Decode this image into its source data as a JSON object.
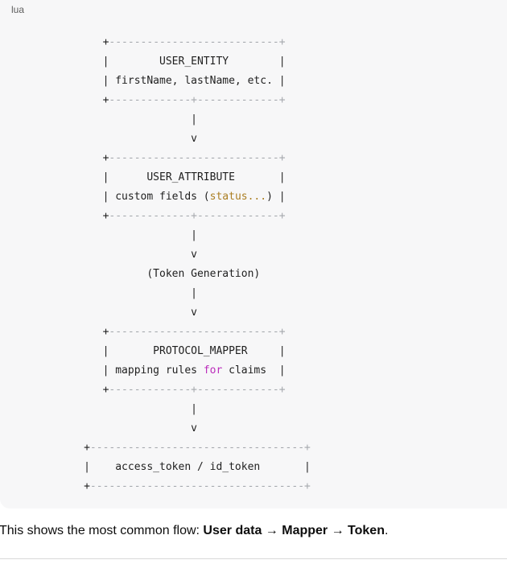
{
  "code": {
    "language": "lua",
    "background": "#f7f7f8",
    "label_color": "#5d5d5d",
    "colors": {
      "plain": "#1f1f1f",
      "comment": "#a5a8ad",
      "gold": "#ab7e22",
      "keyword": "#bb2cbb"
    },
    "lines": [
      [
        {
          "t": "              +",
          "c": "plain"
        },
        {
          "t": "---------------------------+",
          "c": "comment"
        }
      ],
      [
        {
          "t": "              |        USER_ENTITY        |",
          "c": "plain"
        }
      ],
      [
        {
          "t": "              | firstName, lastName, etc. |",
          "c": "plain"
        }
      ],
      [
        {
          "t": "              +",
          "c": "plain"
        },
        {
          "t": "-------------+-------------+",
          "c": "comment"
        }
      ],
      [
        {
          "t": "                            |",
          "c": "plain"
        }
      ],
      [
        {
          "t": "                            v",
          "c": "plain"
        }
      ],
      [
        {
          "t": "              +",
          "c": "plain"
        },
        {
          "t": "---------------------------+",
          "c": "comment"
        }
      ],
      [
        {
          "t": "              |      USER_ATTRIBUTE       |",
          "c": "plain"
        }
      ],
      [
        {
          "t": "              | custom fields (",
          "c": "plain"
        },
        {
          "t": "status...",
          "c": "gold"
        },
        {
          "t": ") |",
          "c": "plain"
        }
      ],
      [
        {
          "t": "              +",
          "c": "plain"
        },
        {
          "t": "-------------+-------------+",
          "c": "comment"
        }
      ],
      [
        {
          "t": "                            |",
          "c": "plain"
        }
      ],
      [
        {
          "t": "                            v",
          "c": "plain"
        }
      ],
      [
        {
          "t": "                     (Token Generation)",
          "c": "plain"
        }
      ],
      [
        {
          "t": "                            |",
          "c": "plain"
        }
      ],
      [
        {
          "t": "                            v",
          "c": "plain"
        }
      ],
      [
        {
          "t": "              +",
          "c": "plain"
        },
        {
          "t": "---------------------------+",
          "c": "comment"
        }
      ],
      [
        {
          "t": "              |       PROTOCOL_MAPPER     |",
          "c": "plain"
        }
      ],
      [
        {
          "t": "              | mapping rules ",
          "c": "plain"
        },
        {
          "t": "for",
          "c": "keyword"
        },
        {
          "t": " claims  |",
          "c": "plain"
        }
      ],
      [
        {
          "t": "              +",
          "c": "plain"
        },
        {
          "t": "-------------+-------------+",
          "c": "comment"
        }
      ],
      [
        {
          "t": "                            |",
          "c": "plain"
        }
      ],
      [
        {
          "t": "                            v",
          "c": "plain"
        }
      ],
      [
        {
          "t": "           +",
          "c": "plain"
        },
        {
          "t": "----------------------------------+",
          "c": "comment"
        }
      ],
      [
        {
          "t": "           |    access_token / id_token       |",
          "c": "plain"
        }
      ],
      [
        {
          "t": "           +",
          "c": "plain"
        },
        {
          "t": "----------------------------------+",
          "c": "comment"
        }
      ]
    ]
  },
  "caption": {
    "segments": [
      {
        "t": "This shows the most common flow: ",
        "b": false
      },
      {
        "t": "User data",
        "b": true
      },
      {
        "t": " → ",
        "b": false
      },
      {
        "t": "Mapper",
        "b": true
      },
      {
        "t": " → ",
        "b": false
      },
      {
        "t": "Token",
        "b": true
      },
      {
        "t": ".",
        "b": false
      }
    ]
  },
  "divider_color": "#d9d9d9"
}
